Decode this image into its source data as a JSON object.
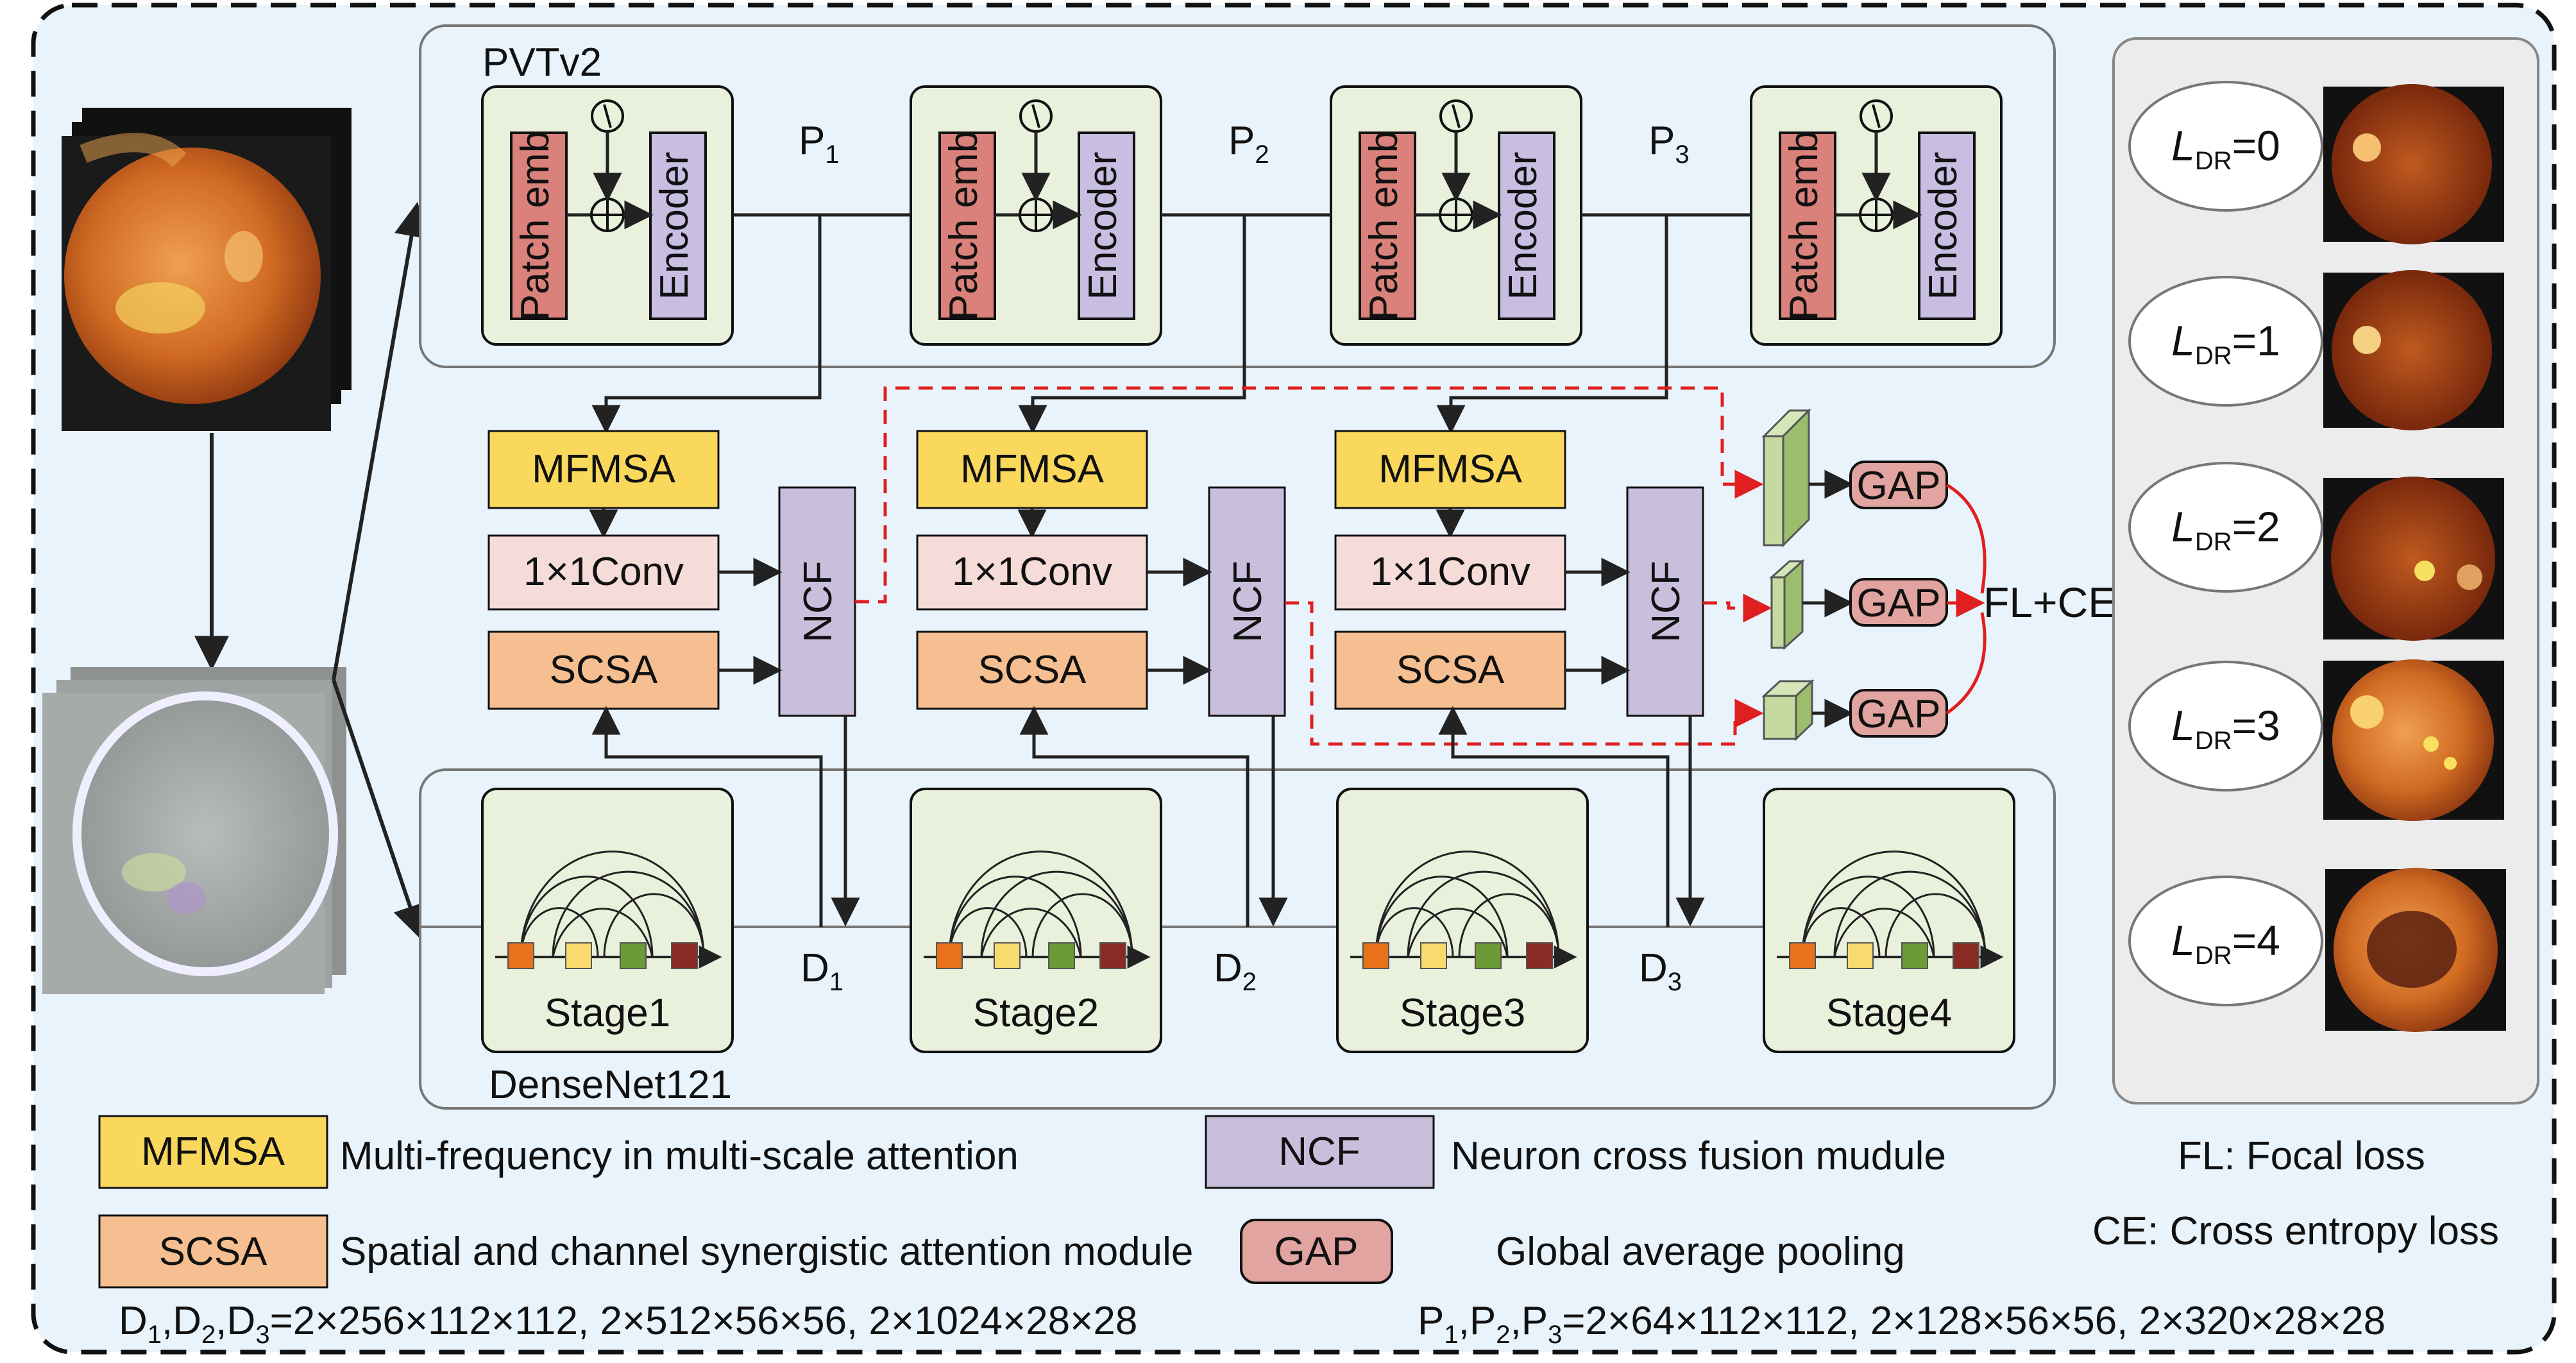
{
  "pvt": {
    "title": "PVTv2",
    "patch": "Patch emb",
    "encoder": "Encoder",
    "p_labels": [
      {
        "base": "P",
        "sub": "1"
      },
      {
        "base": "P",
        "sub": "2"
      },
      {
        "base": "P",
        "sub": "3"
      }
    ]
  },
  "modules": {
    "mfmsa": "MFMSA",
    "conv": "1×1Conv",
    "scsa": "SCSA",
    "ncf": "NCF"
  },
  "gap": {
    "label": "GAP",
    "loss": "FL+CE"
  },
  "densenet": {
    "title": "DenseNet121",
    "stages": [
      "Stage1",
      "Stage2",
      "Stage3",
      "Stage4"
    ],
    "d_labels": [
      {
        "base": "D",
        "sub": "1"
      },
      {
        "base": "D",
        "sub": "2"
      },
      {
        "base": "D",
        "sub": "3"
      }
    ]
  },
  "grades": [
    {
      "base": "L",
      "sub": "DR",
      "value": "=0"
    },
    {
      "base": "L",
      "sub": "DR",
      "value": "=1"
    },
    {
      "base": "L",
      "sub": "DR",
      "value": "=2"
    },
    {
      "base": "L",
      "sub": "DR",
      "value": "=3"
    },
    {
      "base": "L",
      "sub": "DR",
      "value": "=4"
    }
  ],
  "legend": {
    "mfmsa_key": "MFMSA",
    "mfmsa_desc": "Multi-frequency in multi-scale attention",
    "ncf_key": "NCF",
    "ncf_desc": "Neuron cross fusion mudule",
    "fl_desc": "FL: Focal loss",
    "scsa_key": "SCSA",
    "scsa_desc": "Spatial and channel synergistic attention module",
    "gap_key": "GAP",
    "gap_desc": "Global average pooling",
    "ce_desc": "CE: Cross entropy loss"
  },
  "dims": {
    "d_prefix": [
      {
        "base": "D",
        "sub": "1"
      },
      {
        "base": "D",
        "sub": "2"
      },
      {
        "base": "D",
        "sub": "3"
      }
    ],
    "d_values": "=2×256×112×112, 2×512×56×56, 2×1024×28×28",
    "p_prefix": [
      {
        "base": "P",
        "sub": "1"
      },
      {
        "base": "P",
        "sub": "2"
      },
      {
        "base": "P",
        "sub": "3"
      }
    ],
    "p_values": "=2×64×112×112, 2×128×56×56, 2×320×28×28"
  },
  "colors": {
    "background": "#e9f3fb",
    "mfmsa": "#f9d85c",
    "conv": "#f5dcd8",
    "scsa": "#f6bf91",
    "ncf": "#c9bfdd",
    "patch": "#d9817a",
    "encoder": "#c7bee2",
    "gap": "#e2a4a0",
    "block": "#e9f1dd",
    "panel": "#ececec",
    "dashed_red": "#e02020"
  }
}
